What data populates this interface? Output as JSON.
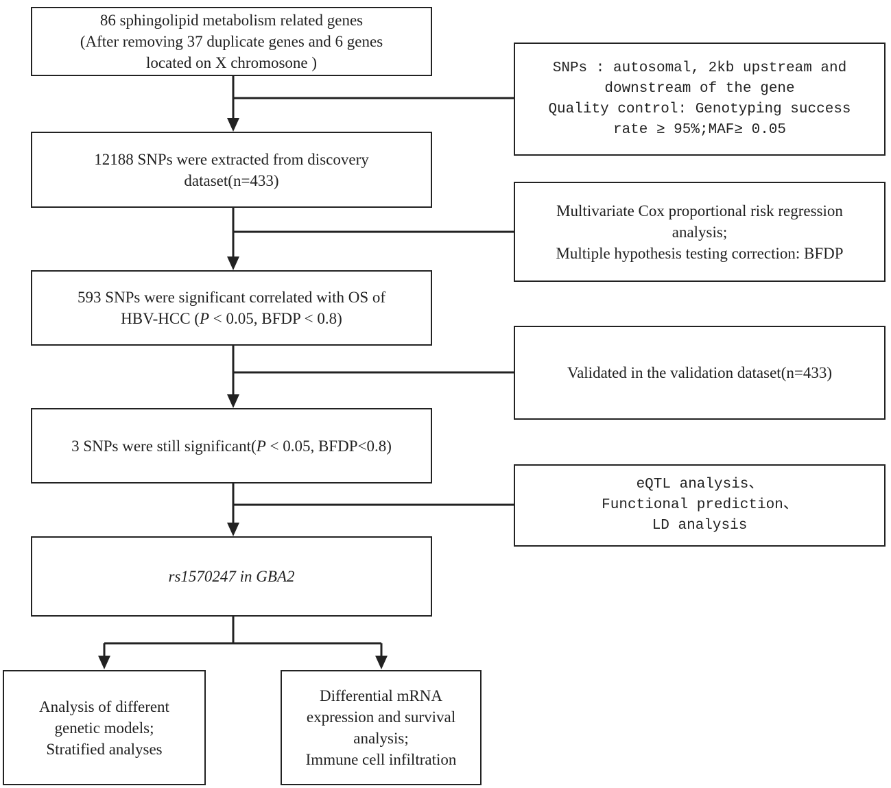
{
  "main_steps": [
    {
      "lines": [
        "86 sphingolipid metabolism related genes",
        "(After removing 37 duplicate genes and 6 genes",
        "located on X chromosone )"
      ]
    },
    {
      "lines": [
        "12188 SNPs were extracted from discovery",
        "dataset(n=433)"
      ]
    },
    {
      "line1": "593 SNPs were significant correlated with  OS of",
      "line2_pre": "HBV-HCC (",
      "line2_p": "P",
      "line2_post": " < 0.05, BFDP < 0.8)"
    },
    {
      "pre": "3 SNPs were still significant(",
      "p": "P",
      "post": " < 0.05, BFDP<0.8)"
    },
    {
      "text": "rs1570247 in GBA2"
    }
  ],
  "side_notes": [
    {
      "lines": [
        "SNPs : autosomal, 2kb upstream and",
        "downstream of the gene",
        "Quality control: Genotyping success",
        "rate ≥ 95%;MAF≥ 0.05"
      ]
    },
    {
      "lines": [
        "Multivariate Cox proportional risk regression",
        "analysis;",
        "Multiple hypothesis testing correction: BFDP"
      ]
    },
    {
      "lines": [
        "Validated in the validation dataset(n=433)"
      ]
    },
    {
      "lines": [
        "eQTL analysis、",
        "Functional prediction、",
        "LD analysis"
      ]
    }
  ],
  "outcomes": [
    {
      "lines": [
        "Analysis of different",
        "genetic models;",
        "Stratified analyses"
      ]
    },
    {
      "lines": [
        "Differential mRNA",
        "expression and survival",
        "analysis;",
        "Immune cell infiltration"
      ]
    }
  ]
}
